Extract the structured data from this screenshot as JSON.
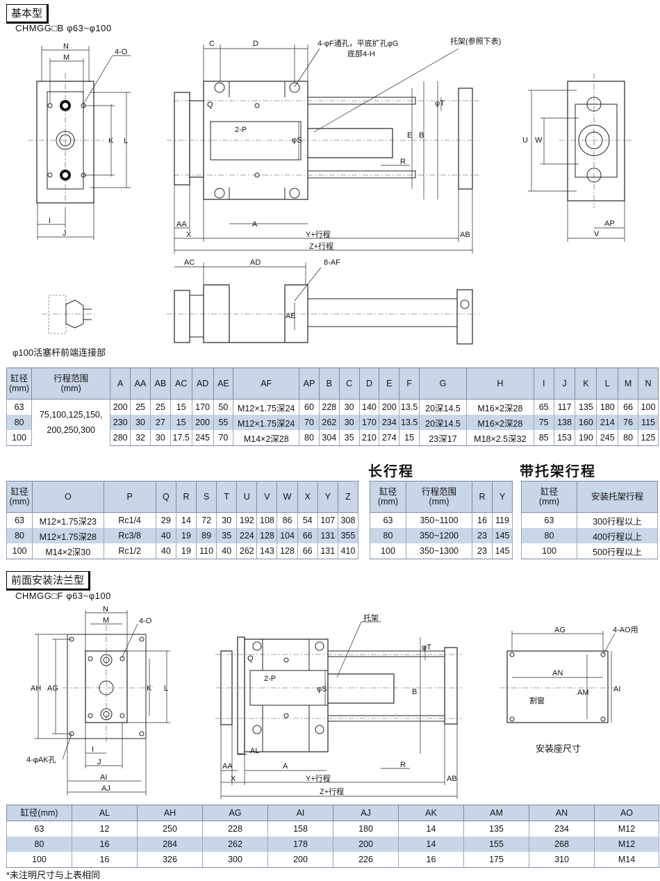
{
  "sections": {
    "basic": {
      "title": "基本型",
      "model": "CHMGG□B φ63~φ100"
    },
    "flange": {
      "title": "前面安装法兰型",
      "model": "CHMGG□F φ63~φ100"
    }
  },
  "captions": {
    "rod_end": "φ100活塞杆前端连接部",
    "mount_seat": "安装座尺寸",
    "note": "*未注明尺寸与上表相同"
  },
  "drawing_labels": {
    "side": {
      "N": "N",
      "M": "M",
      "O": "4-O",
      "K": "K",
      "L": "L",
      "I": "I",
      "J": "J"
    },
    "front": {
      "C": "C",
      "D": "D",
      "F": "4-φF通孔，平底扩孔φG",
      "H": "底部4-H",
      "bracket": "托架(参照下表)",
      "Q": "Q",
      "P": "2-P",
      "S": "φS",
      "T": "φT",
      "E": "E",
      "B": "B",
      "R": "R",
      "AA": "AA",
      "X": "X",
      "A": "A",
      "Y": "Y+行程",
      "AB": "AB",
      "Z": "Z+行程"
    },
    "end": {
      "U": "U",
      "W": "W",
      "AP": "AP",
      "V": "V"
    },
    "bottom": {
      "AC": "AC",
      "AD": "AD",
      "AF": "8-AF",
      "AE": "AE"
    },
    "flange_side": {
      "N": "N",
      "M": "M",
      "O": "4-O",
      "AH": "AH",
      "AG": "AG",
      "K": "K",
      "L": "L",
      "AK": "4-φAK孔",
      "I": "I",
      "J": "J",
      "AI": "AI",
      "AJ": "AJ"
    },
    "flange_front": {
      "bracket": "托架",
      "T": "φT",
      "Q": "Q",
      "P": "2-P",
      "S": "φS",
      "B": "B",
      "AL": "AL",
      "AA": "AA",
      "X": "X",
      "A": "A",
      "Y": "Y+行程",
      "R": "R",
      "AB": "AB",
      "Z": "Z+行程"
    },
    "mount": {
      "AG": "AG",
      "AO": "4-AO用",
      "AN": "AN",
      "AM": "AM",
      "AI": "AI",
      "cut": "割窗"
    }
  },
  "table1": {
    "headers": [
      "缸径\n(mm)",
      "行程范围\n(mm)",
      "A",
      "AA",
      "AB",
      "AC",
      "AD",
      "AE",
      "AF",
      "AP",
      "B",
      "C",
      "D",
      "E",
      "F",
      "G",
      "H",
      "I",
      "J",
      "K",
      "L",
      "M",
      "N"
    ],
    "stroke_range": [
      "75,100,125,150,",
      "200,250,300"
    ],
    "rows": [
      [
        "63",
        "200",
        "25",
        "25",
        "15",
        "170",
        "50",
        "M12×1.75深24",
        "60",
        "228",
        "30",
        "140",
        "200",
        "13.5",
        "20深14.5",
        "M16×2深28",
        "65",
        "117",
        "135",
        "180",
        "66",
        "100"
      ],
      [
        "80",
        "230",
        "30",
        "27",
        "15",
        "200",
        "55",
        "M12×1.75深24",
        "70",
        "262",
        "30",
        "170",
        "234",
        "13.5",
        "20深14.5",
        "M16×2深28",
        "75",
        "138",
        "160",
        "214",
        "76",
        "115"
      ],
      [
        "100",
        "280",
        "32",
        "30",
        "17.5",
        "245",
        "70",
        "M14×2深28",
        "80",
        "304",
        "35",
        "210",
        "274",
        "15",
        "23深17",
        "M18×2.5深32",
        "85",
        "153",
        "190",
        "245",
        "80",
        "125"
      ]
    ]
  },
  "table2": {
    "headers": [
      "缸径\n(mm)",
      "O",
      "P",
      "Q",
      "R",
      "S",
      "T",
      "U",
      "V",
      "W",
      "X",
      "Y",
      "Z"
    ],
    "rows": [
      [
        "63",
        "M12×1.75深23",
        "Rc1/4",
        "29",
        "14",
        "72",
        "30",
        "192",
        "108",
        "86",
        "54",
        "107",
        "308"
      ],
      [
        "80",
        "M12×1.75深28",
        "Rc3/8",
        "40",
        "19",
        "89",
        "35",
        "224",
        "128",
        "104",
        "66",
        "131",
        "355"
      ],
      [
        "100",
        "M14×2深30",
        "Rc1/2",
        "40",
        "19",
        "110",
        "40",
        "262",
        "143",
        "128",
        "66",
        "131",
        "410"
      ]
    ]
  },
  "table3": {
    "title": "长行程",
    "headers": [
      "缸径\n(mm)",
      "行程范围\n(mm)",
      "R",
      "Y"
    ],
    "rows": [
      [
        "63",
        "350~1100",
        "16",
        "119"
      ],
      [
        "80",
        "350~1200",
        "23",
        "145"
      ],
      [
        "100",
        "350~1300",
        "23",
        "145"
      ]
    ]
  },
  "table4": {
    "title": "带托架行程",
    "headers": [
      "缸径\n(mm)",
      "安装托架行程"
    ],
    "rows": [
      [
        "63",
        "300行程以上"
      ],
      [
        "80",
        "400行程以上"
      ],
      [
        "100",
        "500行程以上"
      ]
    ]
  },
  "table5": {
    "headers": [
      "缸径(mm)",
      "AL",
      "AH",
      "AG",
      "AI",
      "AJ",
      "AK",
      "AM",
      "AN",
      "AO"
    ],
    "rows": [
      [
        "63",
        "12",
        "250",
        "228",
        "158",
        "180",
        "14",
        "135",
        "234",
        "M12"
      ],
      [
        "80",
        "16",
        "284",
        "262",
        "178",
        "200",
        "14",
        "155",
        "268",
        "M12"
      ],
      [
        "100",
        "16",
        "326",
        "300",
        "200",
        "226",
        "16",
        "175",
        "310",
        "M14"
      ]
    ]
  }
}
